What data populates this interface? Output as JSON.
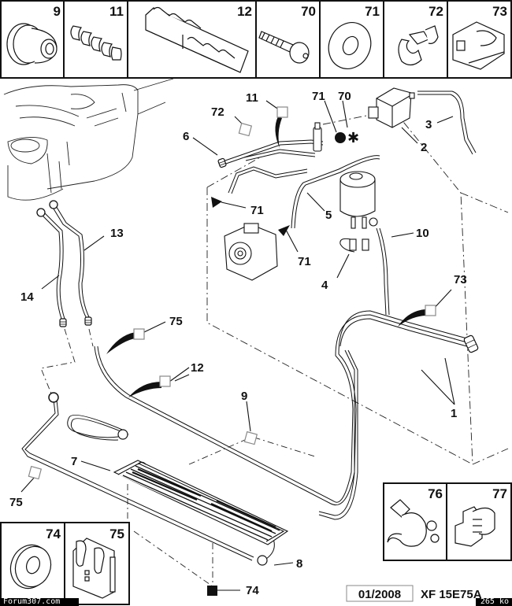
{
  "diagram": {
    "title": "Fuel lines and fuel heater exploded parts view",
    "footer": {
      "date": "01/2008",
      "reference": "XF 15E75A"
    },
    "watermarks": {
      "left": "Forum307.com",
      "right": "265 ko"
    },
    "detail_panels_top": [
      {
        "number": "9",
        "part": "grommet"
      },
      {
        "number": "11",
        "part": "multi-pipe clip"
      },
      {
        "number": "12",
        "part": "pipe holder rail"
      },
      {
        "number": "70",
        "part": "socket head bolt"
      },
      {
        "number": "71",
        "part": "washer"
      },
      {
        "number": "72",
        "part": "pipe clip"
      },
      {
        "number": "73",
        "part": "bracket clip"
      }
    ],
    "detail_panels_bottom_left": [
      {
        "number": "74",
        "part": "grommet"
      },
      {
        "number": "75",
        "part": "pipe holder"
      }
    ],
    "detail_panels_bottom_right": [
      {
        "number": "76",
        "part": "hose clip"
      },
      {
        "number": "77",
        "part": "double pipe clip"
      }
    ],
    "callouts": [
      {
        "label": "1",
        "marker": "none"
      },
      {
        "label": "2",
        "marker": "none"
      },
      {
        "label": "3",
        "marker": "none"
      },
      {
        "label": "4",
        "marker": "none"
      },
      {
        "label": "5",
        "marker": "none"
      },
      {
        "label": "6",
        "marker": "none"
      },
      {
        "label": "7",
        "marker": "none"
      },
      {
        "label": "8",
        "marker": "none"
      },
      {
        "label": "9",
        "marker": "square-open"
      },
      {
        "label": "10",
        "marker": "none"
      },
      {
        "label": "11",
        "marker": "square-open"
      },
      {
        "label": "12",
        "marker": "square-open"
      },
      {
        "label": "13",
        "marker": "none"
      },
      {
        "label": "14",
        "marker": "none"
      },
      {
        "label": "70",
        "marker": "asterisk"
      },
      {
        "label": "71",
        "marker": "circle-filled"
      },
      {
        "label": "71",
        "marker": "triangle-filled"
      },
      {
        "label": "71",
        "marker": "triangle-filled"
      },
      {
        "label": "72",
        "marker": "square-open"
      },
      {
        "label": "73",
        "marker": "square-open"
      },
      {
        "label": "74",
        "marker": "square-filled"
      },
      {
        "label": "75",
        "marker": "square-open"
      },
      {
        "label": "75",
        "marker": "square-open"
      }
    ]
  }
}
